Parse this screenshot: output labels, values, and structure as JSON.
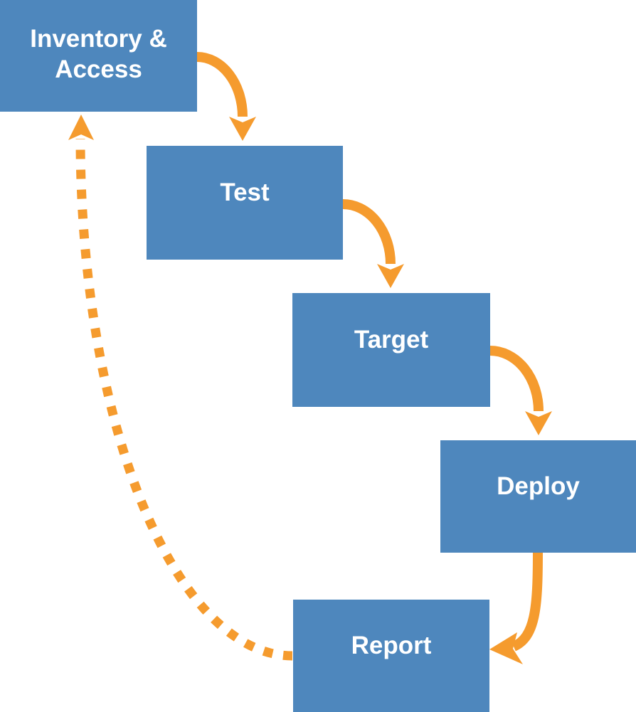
{
  "colors": {
    "box-fill": "#4E87BD",
    "arrow-orange": "#F59B2E",
    "label-text": "#FFFFFF"
  },
  "nodes": [
    {
      "id": "inventory-access",
      "label": "Inventory &\nAccess"
    },
    {
      "id": "test",
      "label": "Test"
    },
    {
      "id": "target",
      "label": "Target"
    },
    {
      "id": "deploy",
      "label": "Deploy"
    },
    {
      "id": "report",
      "label": "Report"
    }
  ],
  "edges": [
    {
      "from": "inventory-access",
      "to": "test",
      "style": "solid"
    },
    {
      "from": "test",
      "to": "target",
      "style": "solid"
    },
    {
      "from": "target",
      "to": "deploy",
      "style": "solid"
    },
    {
      "from": "deploy",
      "to": "report",
      "style": "solid"
    },
    {
      "from": "report",
      "to": "inventory-access",
      "style": "dashed"
    }
  ]
}
